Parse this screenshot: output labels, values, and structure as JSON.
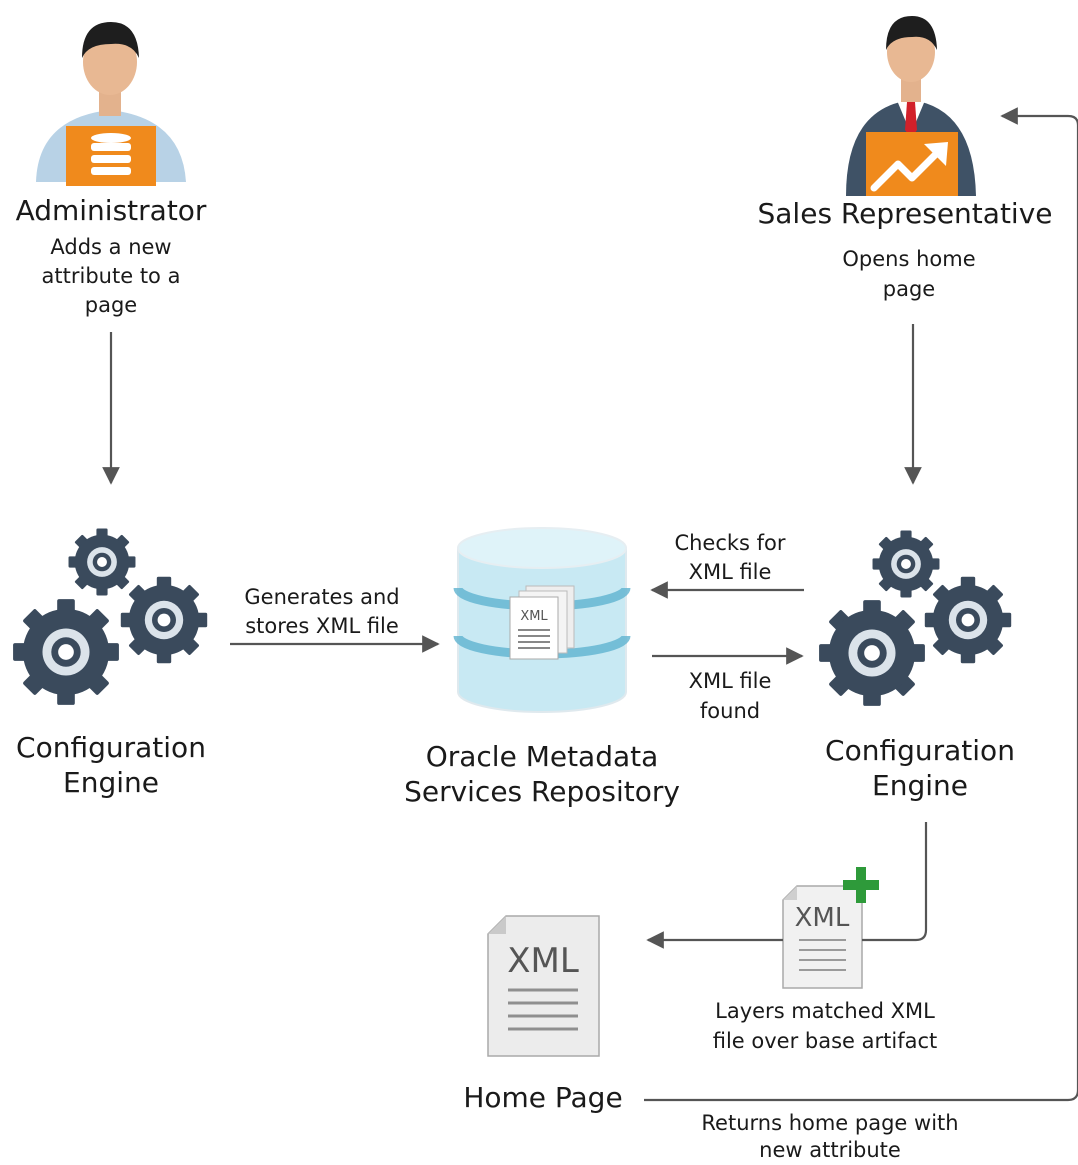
{
  "administrator": {
    "title": "Administrator",
    "action_line1": "Adds a new",
    "action_line2": "attribute to a",
    "action_line3": "page"
  },
  "sales_rep": {
    "title": "Sales Representative",
    "action_line1": "Opens home",
    "action_line2": "page"
  },
  "config_engine_left": {
    "line1": "Configuration",
    "line2": "Engine"
  },
  "config_engine_right": {
    "line1": "Configuration",
    "line2": "Engine"
  },
  "repository": {
    "line1": "Oracle Metadata",
    "line2": "Services Repository",
    "doc_label": "XML"
  },
  "generates": {
    "line1": "Generates and",
    "line2": "stores XML file"
  },
  "checks": {
    "line1": "Checks for",
    "line2": "XML file"
  },
  "found": {
    "line1": "XML file",
    "line2": "found"
  },
  "layers": {
    "line1": "Layers matched XML",
    "line2": "file over base artifact",
    "doc_label": "XML"
  },
  "home_page": {
    "title": "Home Page",
    "doc_label": "XML"
  },
  "returns": {
    "line1": "Returns home page with",
    "line2": "new attribute"
  },
  "colors": {
    "gear": "#3a4a5c",
    "orange": "#f08a1c",
    "arrow": "#555555",
    "cylinder": "#c8e9f3",
    "plus": "#2e9a3a"
  }
}
